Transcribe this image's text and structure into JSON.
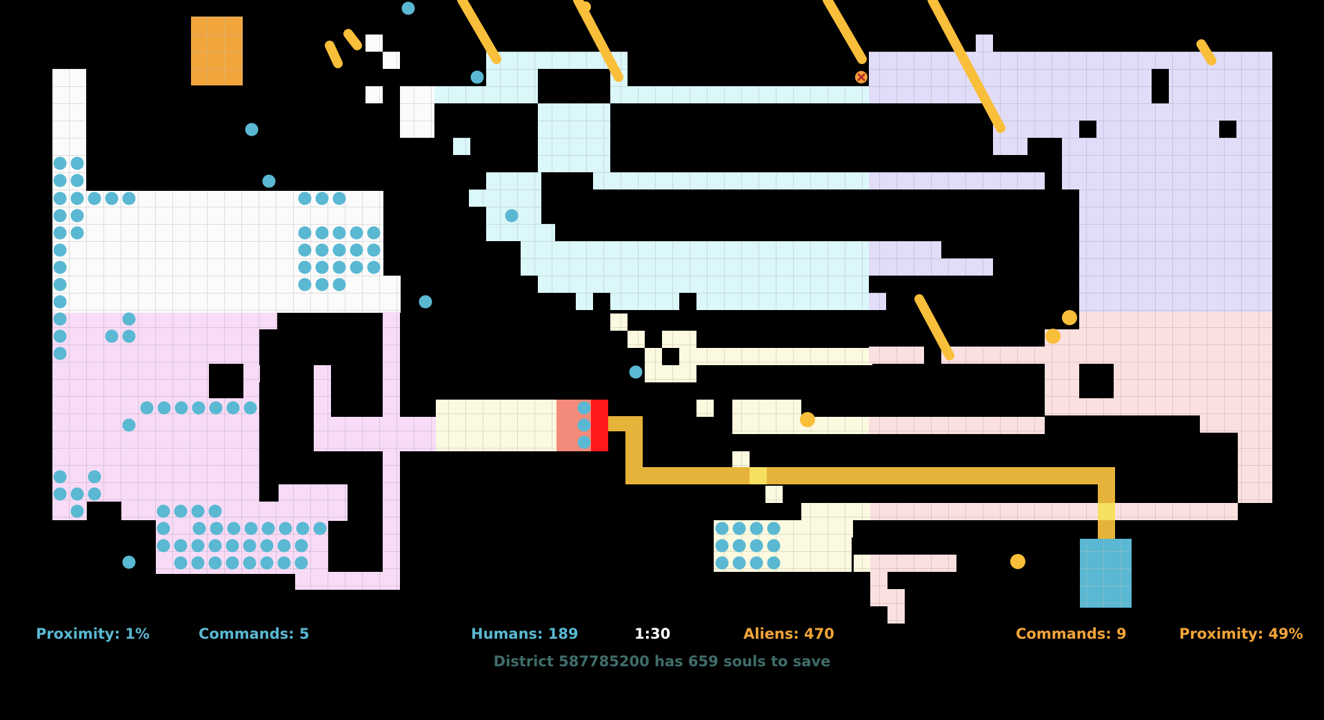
{
  "hud": {
    "left_proximity": "Proximity: 1%",
    "left_commands": "Commands: 5",
    "humans": "Humans: 189",
    "timer": "1:30",
    "aliens": "Aliens: 470",
    "right_commands": "Commands: 9",
    "right_proximity": "Proximity: 49%"
  },
  "status_line": "District 587785200 has 659 souls to save",
  "colors": {
    "background": "#000000",
    "human_blue": "#5ab8d2",
    "alien_orange": "#f2a53a",
    "path_orange": "#e6b33a",
    "zone_white": "#fbfbfb",
    "zone_cyan": "#dcf7f9",
    "zone_lavender": "#e1ddf9",
    "zone_pink": "#f8dcf7",
    "zone_cream": "#fbf9df",
    "zone_salmon": "#fbe0e0",
    "alert_red": "#ff1a1a"
  },
  "icons": [
    "human-unit-icon",
    "alien-beam-icon",
    "target-x-icon",
    "base-icon"
  ]
}
